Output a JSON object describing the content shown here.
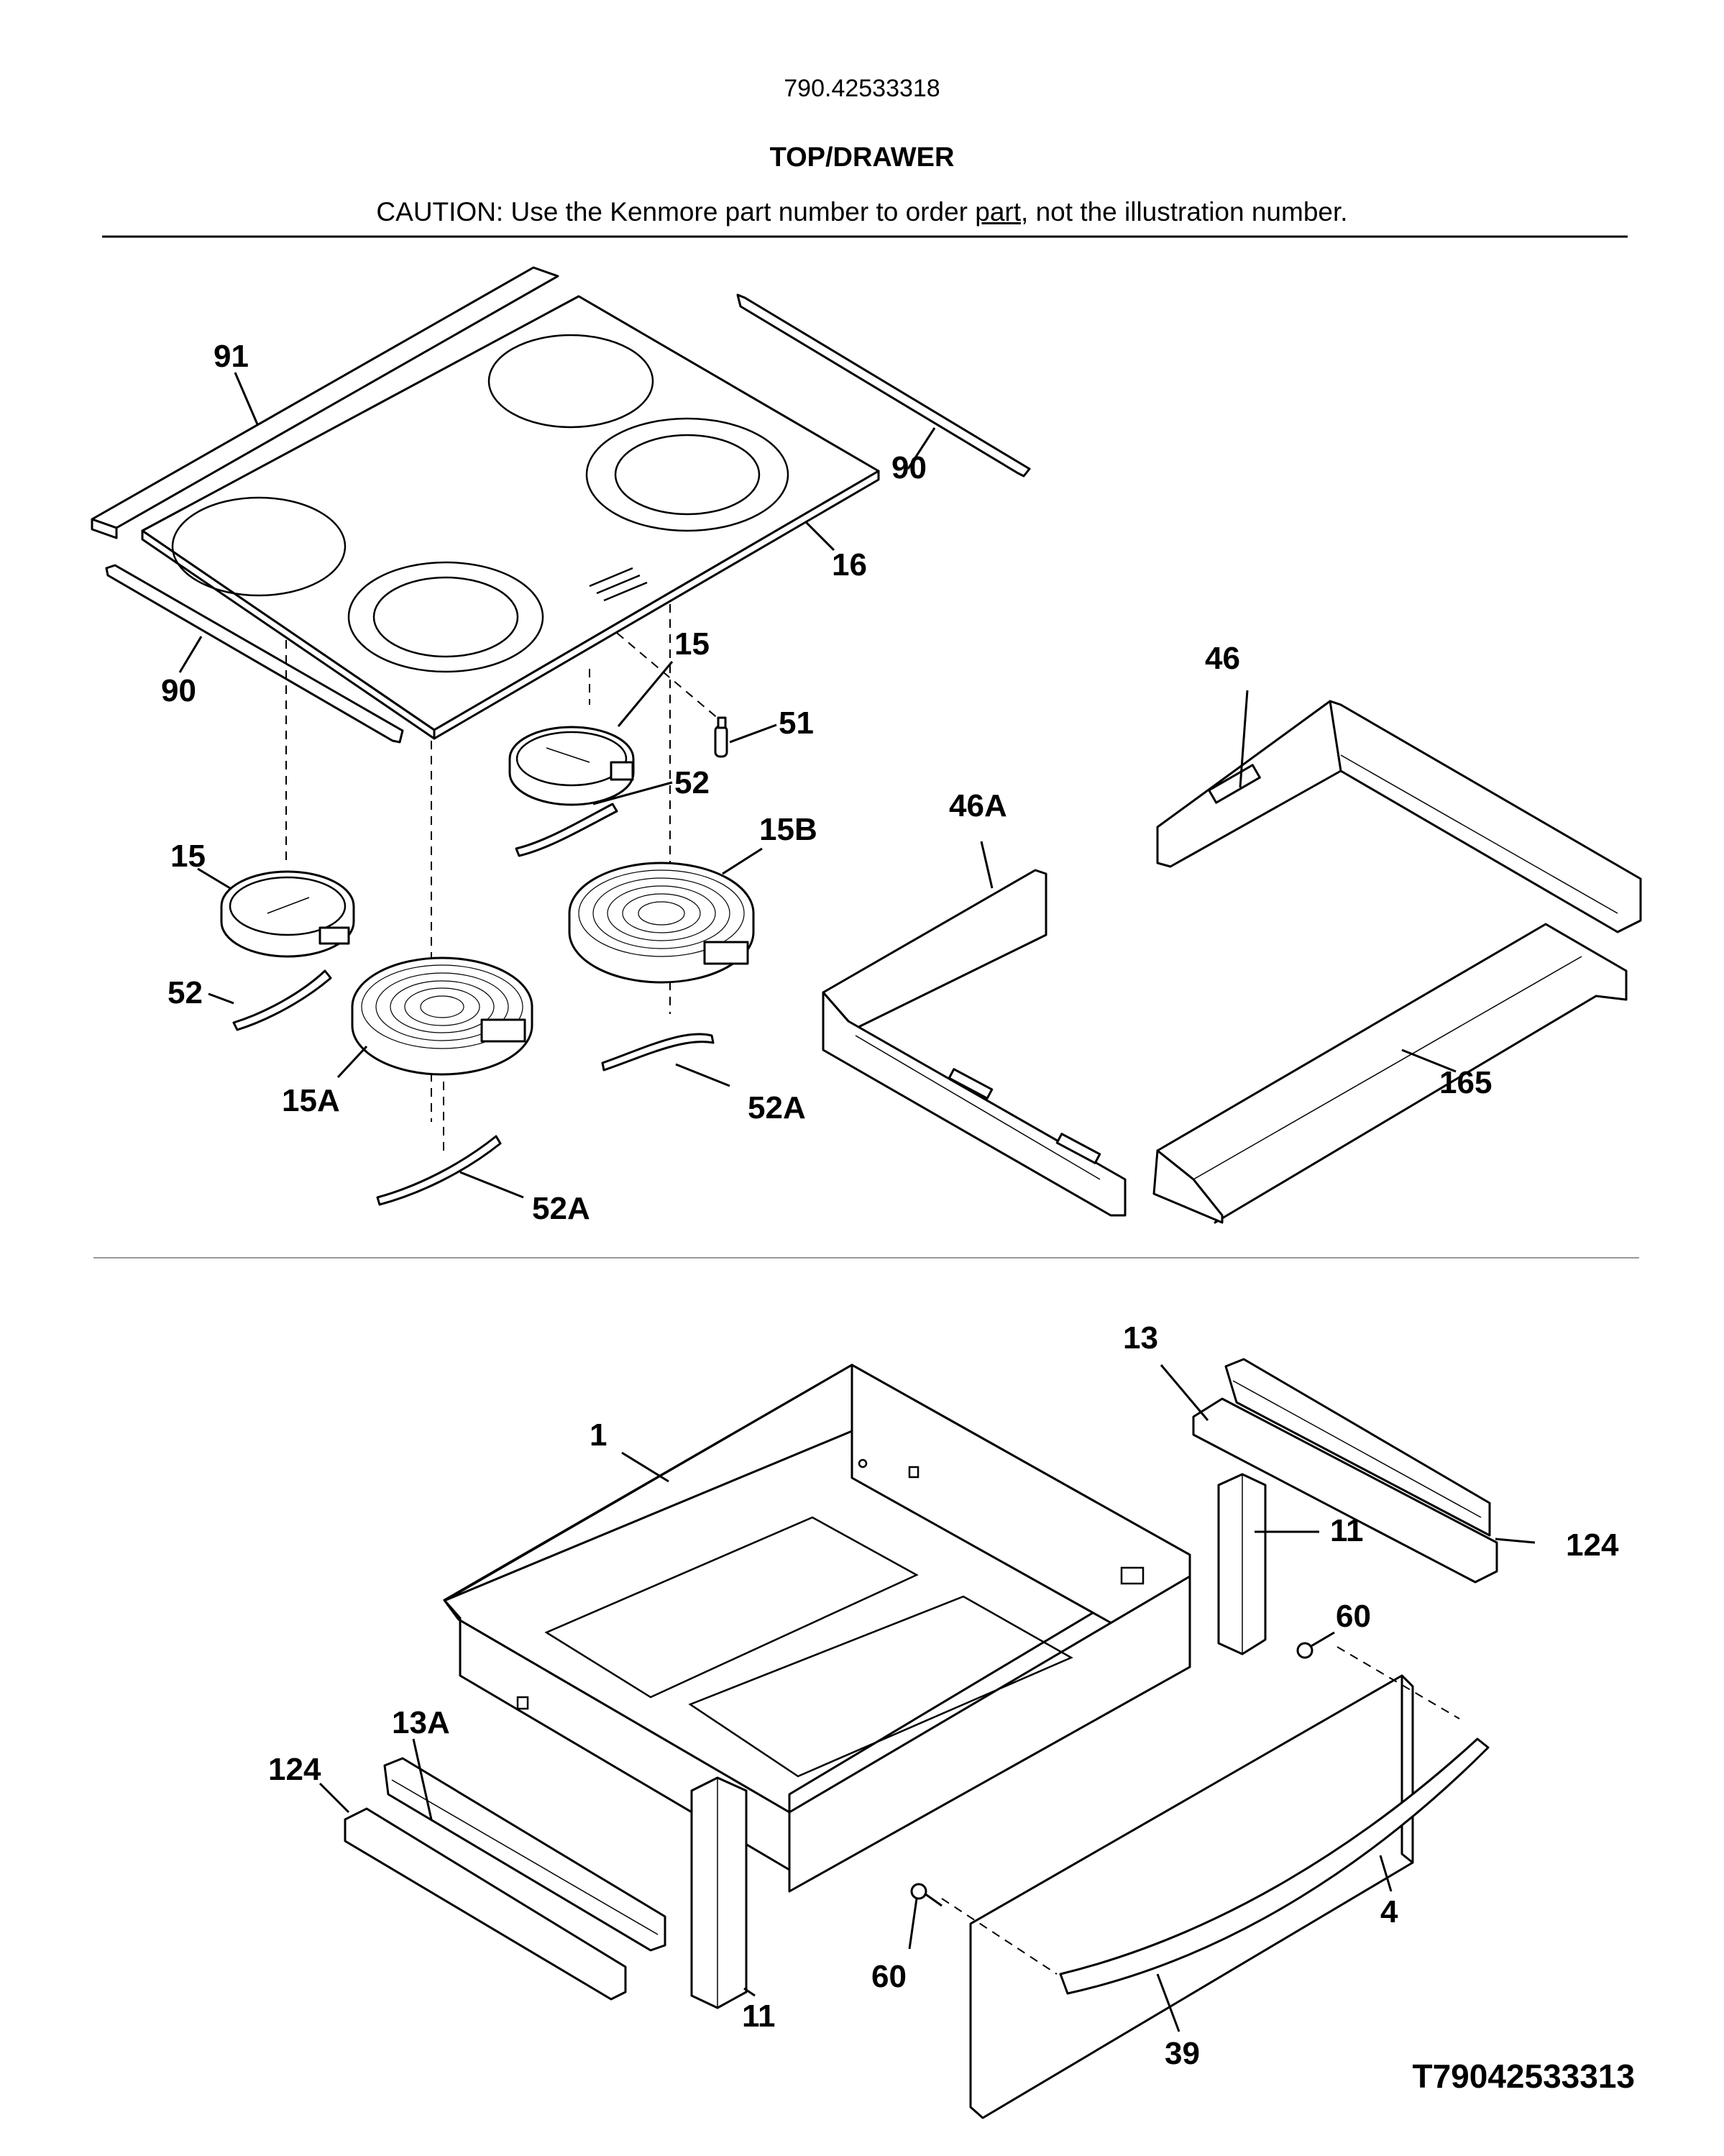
{
  "header": {
    "model_number": "790.42533318",
    "section_title": "TOP/DRAWER",
    "caution_before": "CAUTION: Use the Kenmore part number to order ",
    "caution_link": "part",
    "caution_after": ", not the illustration number."
  },
  "footer": {
    "drawing_id": "T79042533313"
  },
  "callouts": {
    "c91": "91",
    "c90a": "90",
    "c16": "16",
    "c90b": "90",
    "c15a": "15",
    "c51": "51",
    "c52a": "52",
    "c15b": "15",
    "c15B": "15B",
    "c52b": "52",
    "c15A": "15A",
    "c52A1": "52A",
    "c52A2": "52A",
    "c46": "46",
    "c46A": "46A",
    "c165": "165",
    "c13": "13",
    "c1": "1",
    "c11a": "11",
    "c124a": "124",
    "c60a": "60",
    "c13A": "13A",
    "c124b": "124",
    "c11b": "11",
    "c4": "4",
    "c60b": "60",
    "c39": "39"
  }
}
